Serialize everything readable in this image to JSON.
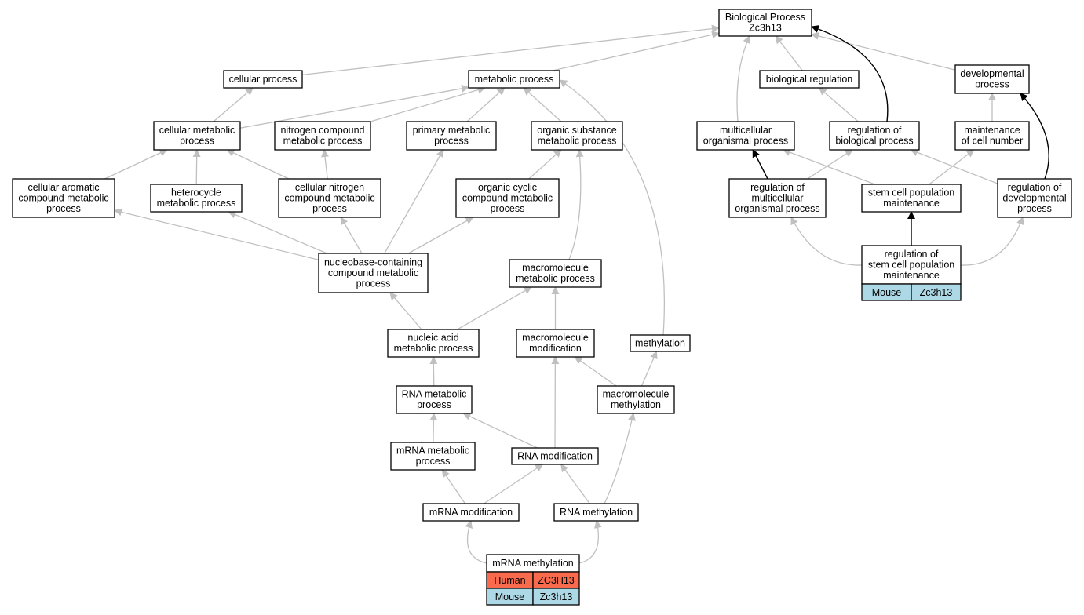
{
  "colors": {
    "edge_gray": "#c0c0c0",
    "edge_black": "#000000",
    "human": "#fa6a4c",
    "mouse": "#add8e6",
    "node_fill": "#ffffff",
    "node_border": "#000000"
  },
  "nodes": [
    {
      "id": "bp",
      "lines": [
        "Biological Process",
        "Zc3h13"
      ]
    },
    {
      "id": "cp",
      "lines": [
        "cellular process"
      ]
    },
    {
      "id": "mp",
      "lines": [
        "metabolic process"
      ]
    },
    {
      "id": "br",
      "lines": [
        "biological regulation"
      ]
    },
    {
      "id": "dp",
      "lines": [
        "developmental",
        "process"
      ]
    },
    {
      "id": "cmp",
      "lines": [
        "cellular metabolic",
        "process"
      ]
    },
    {
      "id": "ncmp",
      "lines": [
        "nitrogen compound",
        "metabolic process"
      ]
    },
    {
      "id": "pmp",
      "lines": [
        "primary metabolic",
        "process"
      ]
    },
    {
      "id": "osmp",
      "lines": [
        "organic substance",
        "metabolic process"
      ]
    },
    {
      "id": "mop",
      "lines": [
        "multicellular",
        "organismal process"
      ]
    },
    {
      "id": "rbp",
      "lines": [
        "regulation of",
        "biological process"
      ]
    },
    {
      "id": "mcn",
      "lines": [
        "maintenance",
        "of cell number"
      ]
    },
    {
      "id": "cacmp",
      "lines": [
        "cellular aromatic",
        "compound metabolic",
        "process"
      ]
    },
    {
      "id": "hmp",
      "lines": [
        "heterocycle",
        "metabolic process"
      ]
    },
    {
      "id": "cncmp",
      "lines": [
        "cellular nitrogen",
        "compound metabolic",
        "process"
      ]
    },
    {
      "id": "occmp",
      "lines": [
        "organic cyclic",
        "compound metabolic",
        "process"
      ]
    },
    {
      "id": "rmop",
      "lines": [
        "regulation of",
        "multicellular",
        "organismal process"
      ]
    },
    {
      "id": "scpm",
      "lines": [
        "stem cell population",
        "maintenance"
      ]
    },
    {
      "id": "rdp",
      "lines": [
        "regulation of",
        "developmental",
        "process"
      ]
    },
    {
      "id": "nbcmp",
      "lines": [
        "nucleobase-containing",
        "compound metabolic",
        "process"
      ]
    },
    {
      "id": "mmp",
      "lines": [
        "macromolecule",
        "metabolic process"
      ]
    },
    {
      "id": "rscpm",
      "lines": [
        "regulation of",
        "stem cell population",
        "maintenance"
      ]
    },
    {
      "id": "namp",
      "lines": [
        "nucleic acid",
        "metabolic process"
      ]
    },
    {
      "id": "mm",
      "lines": [
        "macromolecule",
        "modification"
      ]
    },
    {
      "id": "meth",
      "lines": [
        "methylation"
      ]
    },
    {
      "id": "rnamp",
      "lines": [
        "RNA metabolic",
        "process"
      ]
    },
    {
      "id": "mmeth",
      "lines": [
        "macromolecule",
        "methylation"
      ]
    },
    {
      "id": "mrnamp",
      "lines": [
        "mRNA metabolic",
        "process"
      ]
    },
    {
      "id": "rnamod",
      "lines": [
        "RNA modification"
      ]
    },
    {
      "id": "mrnamod",
      "lines": [
        "mRNA modification"
      ]
    },
    {
      "id": "rnameth",
      "lines": [
        "RNA methylation"
      ]
    },
    {
      "id": "mrnameth",
      "lines": [
        "mRNA methylation"
      ]
    }
  ],
  "annotations": {
    "mrnameth": [
      {
        "species": "Human",
        "gene": "ZC3H13",
        "color": "#fa6a4c"
      },
      {
        "species": "Mouse",
        "gene": "Zc3h13",
        "color": "#add8e6"
      }
    ],
    "rscpm": [
      {
        "species": "Mouse",
        "gene": "Zc3h13",
        "color": "#add8e6"
      }
    ]
  },
  "edges": [
    {
      "from": "cp",
      "to": "bp",
      "style": "gray"
    },
    {
      "from": "mp",
      "to": "bp",
      "style": "gray"
    },
    {
      "from": "br",
      "to": "bp",
      "style": "gray"
    },
    {
      "from": "dp",
      "to": "bp",
      "style": "gray"
    },
    {
      "from": "mop",
      "to": "bp",
      "style": "gray"
    },
    {
      "from": "rbp",
      "to": "bp",
      "style": "black"
    },
    {
      "from": "cmp",
      "to": "cp",
      "style": "gray"
    },
    {
      "from": "cmp",
      "to": "mp",
      "style": "gray"
    },
    {
      "from": "ncmp",
      "to": "mp",
      "style": "gray"
    },
    {
      "from": "pmp",
      "to": "mp",
      "style": "gray"
    },
    {
      "from": "osmp",
      "to": "mp",
      "style": "gray"
    },
    {
      "from": "meth",
      "to": "mp",
      "style": "gray"
    },
    {
      "from": "rbp",
      "to": "br",
      "style": "gray"
    },
    {
      "from": "mcn",
      "to": "dp",
      "style": "gray"
    },
    {
      "from": "rdp",
      "to": "dp",
      "style": "black"
    },
    {
      "from": "cacmp",
      "to": "cmp",
      "style": "gray"
    },
    {
      "from": "hmp",
      "to": "cmp",
      "style": "gray"
    },
    {
      "from": "cncmp",
      "to": "cmp",
      "style": "gray"
    },
    {
      "from": "cncmp",
      "to": "ncmp",
      "style": "gray"
    },
    {
      "from": "occmp",
      "to": "osmp",
      "style": "gray"
    },
    {
      "from": "mmp",
      "to": "osmp",
      "style": "gray"
    },
    {
      "from": "nbcmp",
      "to": "pmp",
      "style": "gray"
    },
    {
      "from": "nbcmp",
      "to": "cacmp",
      "style": "gray"
    },
    {
      "from": "nbcmp",
      "to": "hmp",
      "style": "gray"
    },
    {
      "from": "nbcmp",
      "to": "cncmp",
      "style": "gray"
    },
    {
      "from": "nbcmp",
      "to": "occmp",
      "style": "gray"
    },
    {
      "from": "rmop",
      "to": "mop",
      "style": "black"
    },
    {
      "from": "rmop",
      "to": "rbp",
      "style": "gray"
    },
    {
      "from": "scpm",
      "to": "mop",
      "style": "gray"
    },
    {
      "from": "scpm",
      "to": "mcn",
      "style": "gray"
    },
    {
      "from": "rdp",
      "to": "rbp",
      "style": "gray"
    },
    {
      "from": "rscpm",
      "to": "scpm",
      "style": "black"
    },
    {
      "from": "rscpm",
      "to": "rmop",
      "style": "gray"
    },
    {
      "from": "rscpm",
      "to": "rdp",
      "style": "gray"
    },
    {
      "from": "namp",
      "to": "nbcmp",
      "style": "gray"
    },
    {
      "from": "namp",
      "to": "mmp",
      "style": "gray"
    },
    {
      "from": "mm",
      "to": "mmp",
      "style": "gray"
    },
    {
      "from": "rnamp",
      "to": "namp",
      "style": "gray"
    },
    {
      "from": "mmeth",
      "to": "mm",
      "style": "gray"
    },
    {
      "from": "mmeth",
      "to": "meth",
      "style": "gray"
    },
    {
      "from": "mrnamp",
      "to": "rnamp",
      "style": "gray"
    },
    {
      "from": "rnamod",
      "to": "rnamp",
      "style": "gray"
    },
    {
      "from": "rnamod",
      "to": "mm",
      "style": "gray"
    },
    {
      "from": "mrnamod",
      "to": "mrnamp",
      "style": "gray"
    },
    {
      "from": "mrnamod",
      "to": "rnamod",
      "style": "gray"
    },
    {
      "from": "rnameth",
      "to": "rnamod",
      "style": "gray"
    },
    {
      "from": "rnameth",
      "to": "mmeth",
      "style": "gray"
    },
    {
      "from": "mrnameth",
      "to": "mrnamod",
      "style": "gray"
    },
    {
      "from": "mrnameth",
      "to": "rnameth",
      "style": "gray"
    }
  ]
}
